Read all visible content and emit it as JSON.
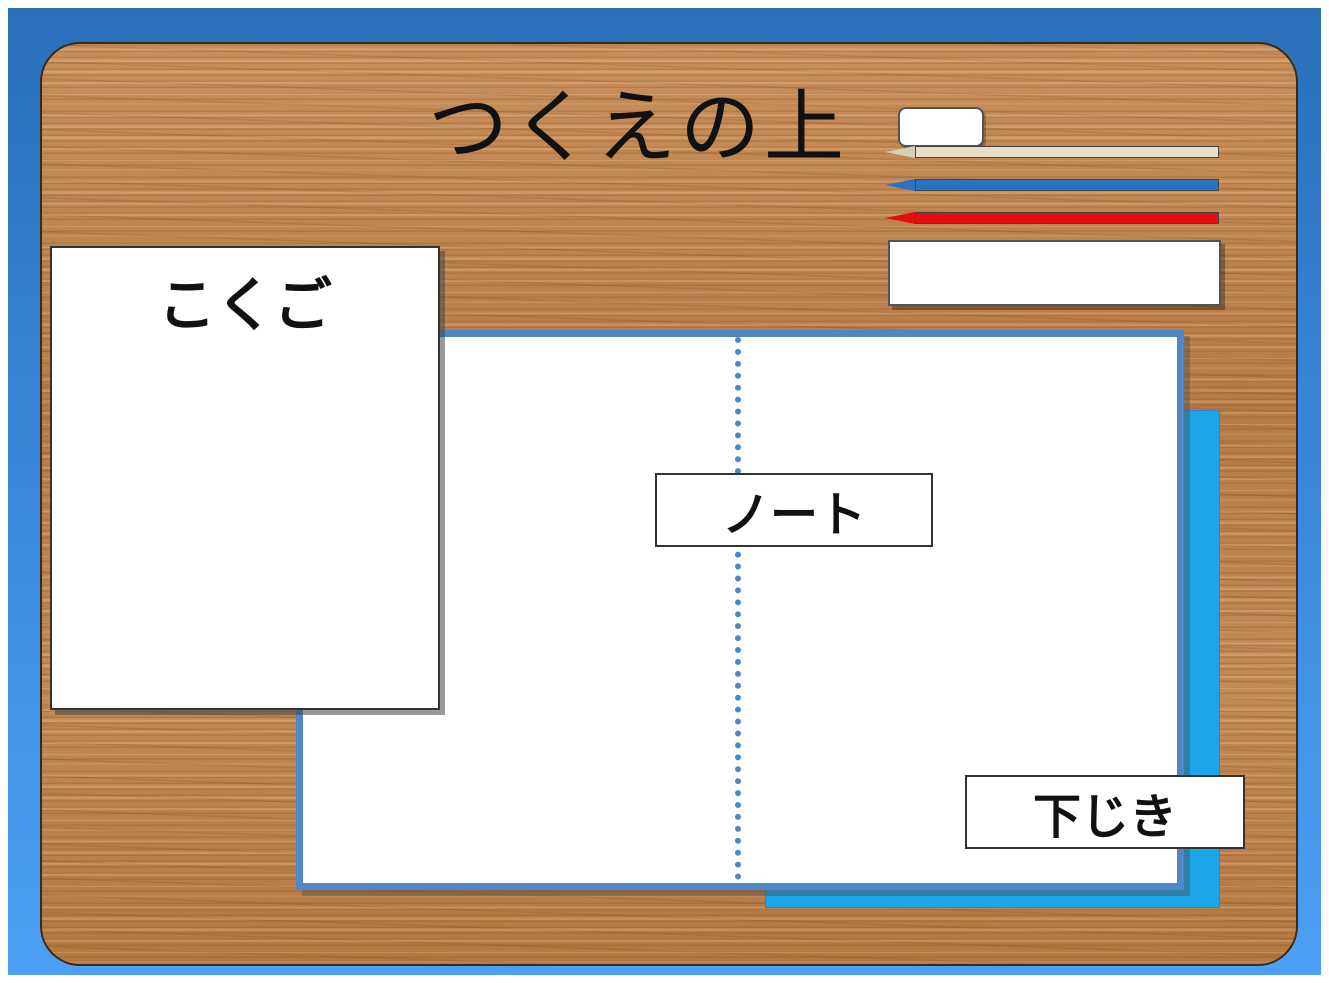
{
  "slide": {
    "title": "つくえの上",
    "textbook_label": "こくご",
    "notebook_label": "ノート",
    "shitajiki_label": "下じき"
  },
  "colors": {
    "background_top": "#2a6fb8",
    "background_bottom": "#4da0f5",
    "desk_wood": "#c48a55",
    "notebook_border": "#4f86c6",
    "shitajiki": "#1aa6e8",
    "pencil_beige": "#e6dec5",
    "pencil_blue": "#2a72c4",
    "pencil_red": "#e11010"
  },
  "icons": [
    "eraser-icon",
    "pencil-icon",
    "blue-pencil-icon",
    "red-pencil-icon",
    "ruler-icon"
  ]
}
